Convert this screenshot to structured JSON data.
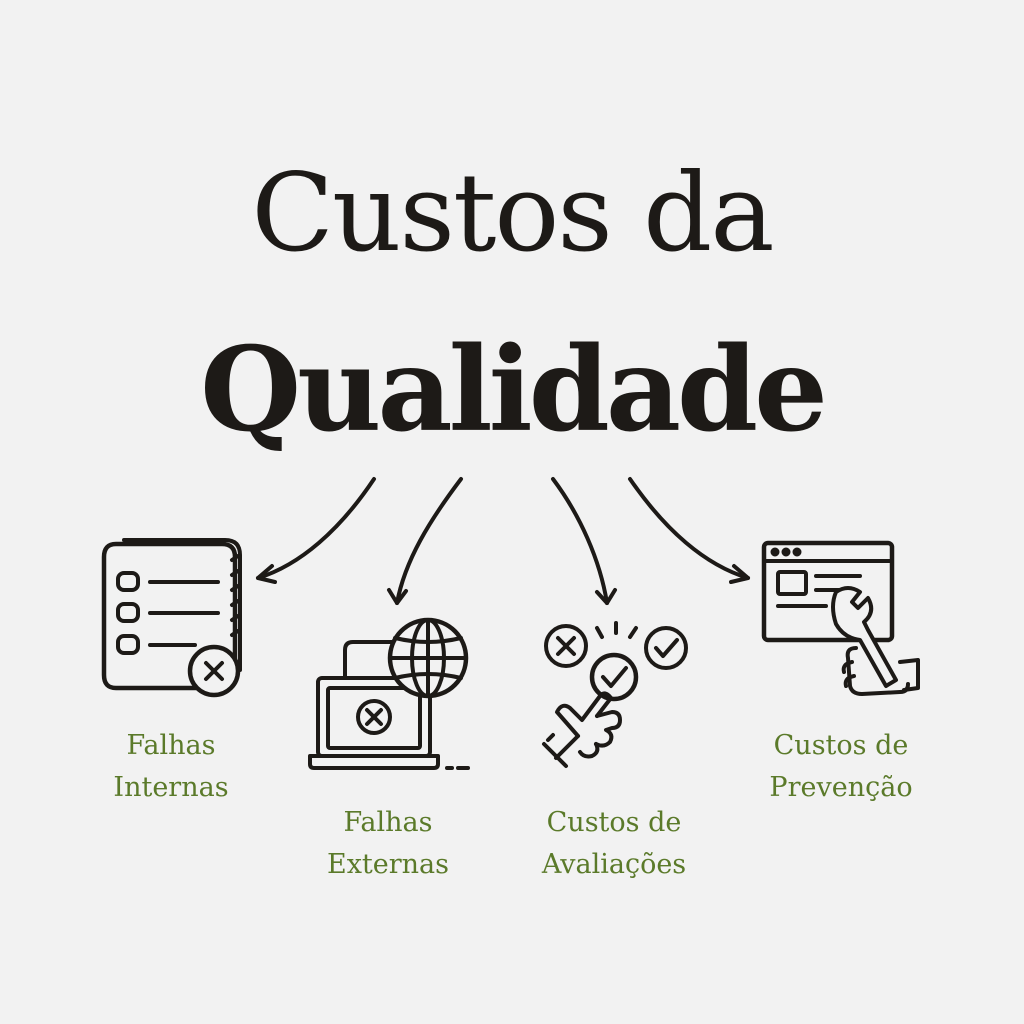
{
  "title": {
    "line1": "Custos da",
    "line2": "Qualidade"
  },
  "categories": [
    {
      "line1": "Falhas",
      "line2": "Internas",
      "icon": "checklist-reject-icon"
    },
    {
      "line1": "Falhas",
      "line2": "Externas",
      "icon": "laptop-globe-error-icon"
    },
    {
      "line1": "Custos de",
      "line2": "Avaliações",
      "icon": "hand-select-check-icon"
    },
    {
      "line1": "Custos de",
      "line2": "Prevenção",
      "icon": "browser-wrench-icon"
    }
  ],
  "colors": {
    "background": "#f2f2f2",
    "ink": "#1d1a17",
    "label": "#5b7a2a"
  }
}
